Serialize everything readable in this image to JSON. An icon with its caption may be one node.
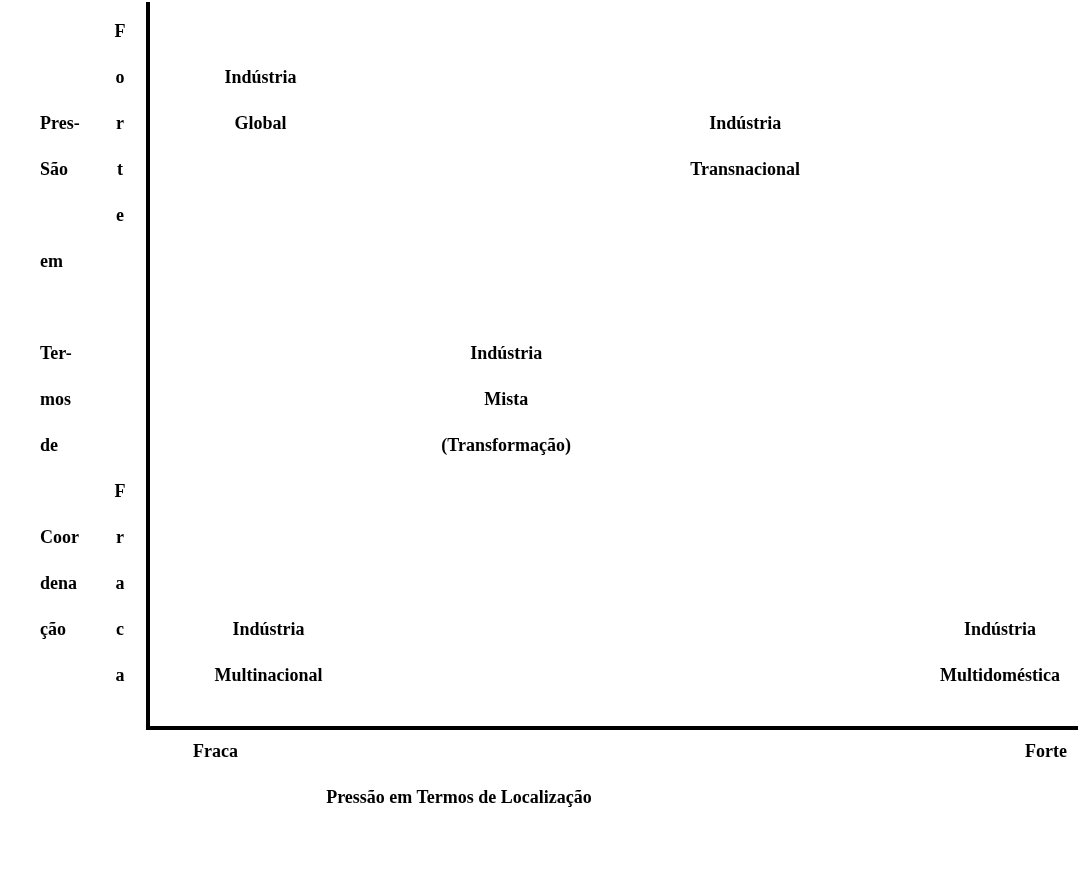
{
  "diagram": {
    "labels": [
      "Pres- São em Ter- mos de Coor dena ção",
      "Forte",
      "Indústria Global",
      "Indústria Transnacional",
      "Indústria Mista (Transformação)",
      "Fraca",
      "Indústria Multinacional",
      "Indústria Multidoméstica",
      "Fraca",
      "Forte",
      "Pressão em Termos de Localização"
    ]
  }
}
